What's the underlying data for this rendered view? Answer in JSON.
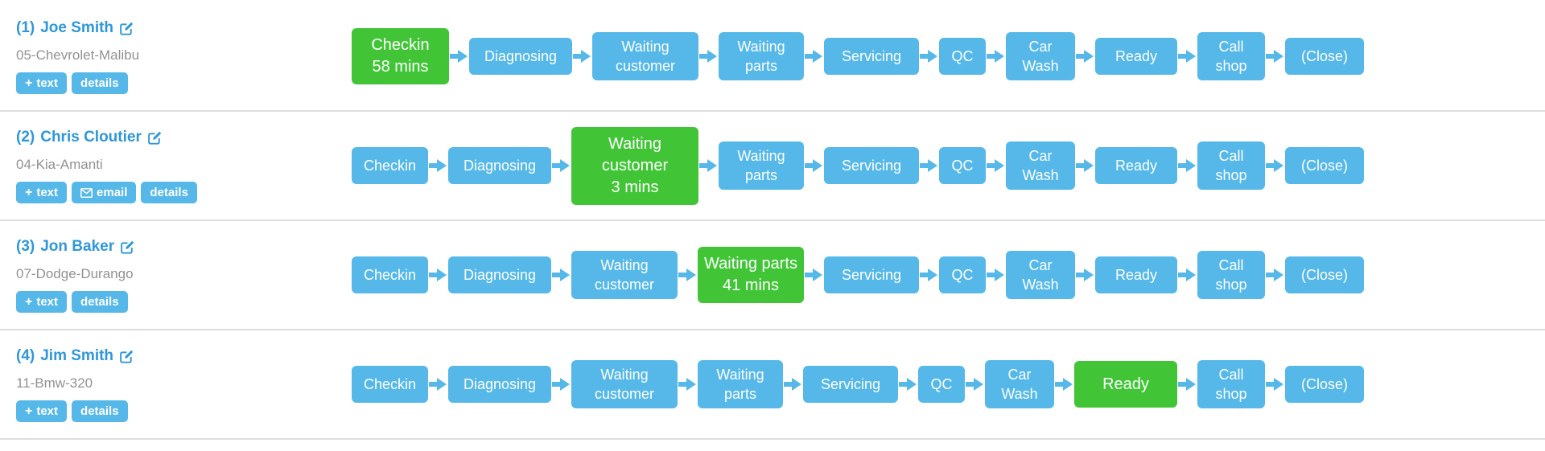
{
  "stages": [
    "Checkin",
    "Diagnosing",
    "Waiting customer",
    "Waiting parts",
    "Servicing",
    "QC",
    "Car Wash",
    "Ready",
    "Call shop",
    "(Close)"
  ],
  "colors": {
    "stage_blue": "#55b8e8",
    "active_green": "#41c537",
    "name_blue": "#2e97d8",
    "vehicle_gray": "#929292",
    "divider_gray": "#dddddd",
    "stage_text": "#ffffff"
  },
  "icons": {
    "edit": "edit-pencil-square-icon",
    "plus": "plus-icon",
    "email": "envelope-icon",
    "arrow": "arrow-right-icon"
  },
  "rows": [
    {
      "index": "(1)",
      "name": "Joe Smith",
      "vehicle": "05-Chevrolet-Malibu",
      "buttons": [
        {
          "name": "add-text-button",
          "label": "text",
          "icon": "plus-icon"
        },
        {
          "name": "details-button",
          "label": "details",
          "icon": null
        }
      ],
      "active_stage": "Checkin",
      "active_stage_index": 0,
      "active_time": "58 mins"
    },
    {
      "index": "(2)",
      "name": "Chris Cloutier",
      "vehicle": "04-Kia-Amanti",
      "buttons": [
        {
          "name": "add-text-button",
          "label": "text",
          "icon": "plus-icon"
        },
        {
          "name": "send-email-button",
          "label": "email",
          "icon": "envelope-icon"
        },
        {
          "name": "details-button",
          "label": "details",
          "icon": null
        }
      ],
      "active_stage": "Waiting customer",
      "active_stage_index": 2,
      "active_time": "3 mins"
    },
    {
      "index": "(3)",
      "name": "Jon Baker",
      "vehicle": "07-Dodge-Durango",
      "buttons": [
        {
          "name": "add-text-button",
          "label": "text",
          "icon": "plus-icon"
        },
        {
          "name": "details-button",
          "label": "details",
          "icon": null
        }
      ],
      "active_stage": "Waiting parts",
      "active_stage_index": 3,
      "active_time": "41 mins"
    },
    {
      "index": "(4)",
      "name": "Jim Smith",
      "vehicle": "11-Bmw-320",
      "buttons": [
        {
          "name": "add-text-button",
          "label": "text",
          "icon": "plus-icon"
        },
        {
          "name": "details-button",
          "label": "details",
          "icon": null
        }
      ],
      "active_stage": "Ready",
      "active_stage_index": 7,
      "active_time": null
    }
  ]
}
